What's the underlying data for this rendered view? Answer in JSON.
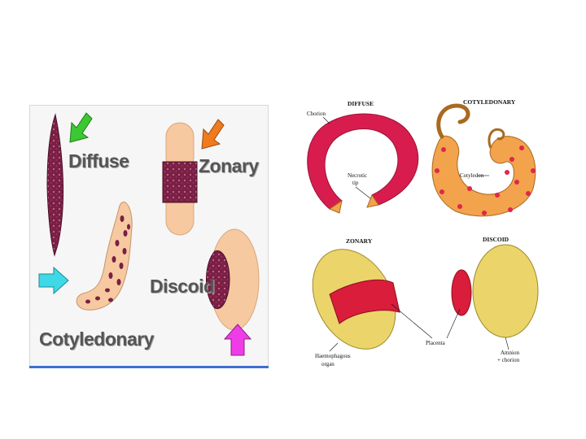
{
  "left_panel": {
    "labels": {
      "diffuse": "Diffuse",
      "zonary": "Zonary",
      "discoid": "Discoid",
      "cotyledonary": "Cotyledonary"
    },
    "colors": {
      "arrow_diffuse": "#3cc832",
      "arrow_zonary": "#f07a1e",
      "arrow_cotyledonary": "#3fd8e6",
      "arrow_discoid": "#f03ce6",
      "placenta": "#7a1f45",
      "body": "#f6c9a0"
    }
  },
  "right_panel": {
    "titles": {
      "diffuse": "DIFFUSE",
      "cotyledonary": "COTYLEDONARY",
      "zonary": "ZONARY",
      "discoid": "DISCOID"
    },
    "annotations": {
      "chorion": "Chorion",
      "necrotic_tip_line1": "Necrotic",
      "necrotic_tip_line2": "tip",
      "cotyledon": "Cotyledon",
      "haemophagous_line1": "Haemophagous",
      "haemophagous_line2": "organ",
      "placenta": "Placenta",
      "amnion_line1": "Amnion",
      "amnion_line2": "+ chorion"
    },
    "colors": {
      "diffuse_body": "#d81d4e",
      "cotyledonary_body": "#f2a34c",
      "cotyledon_dots": "#e0254f",
      "sac_fill": "#ebd56a",
      "placenta_band": "#d91d3a"
    }
  }
}
